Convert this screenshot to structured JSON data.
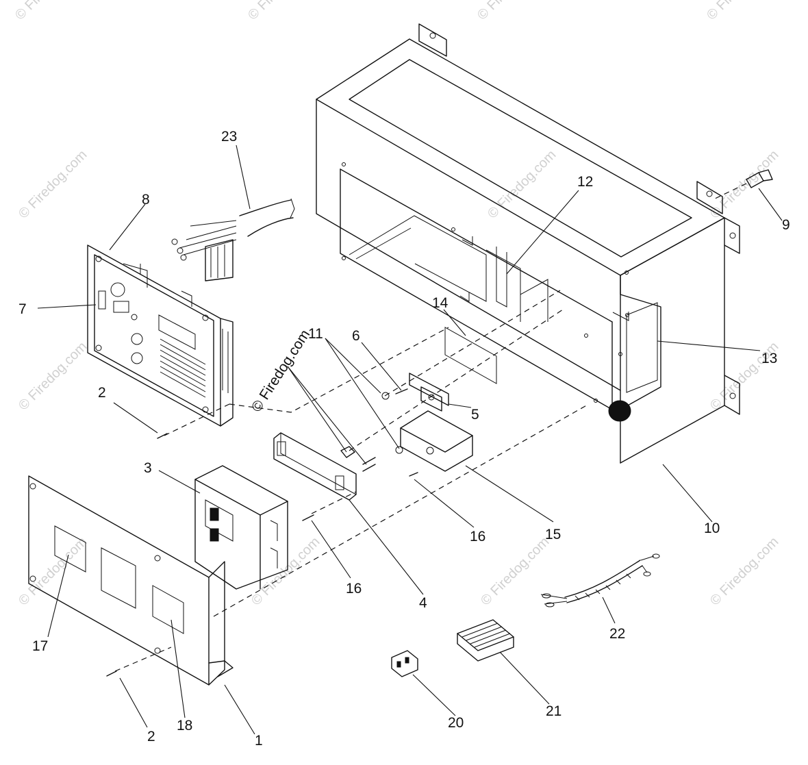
{
  "watermark": "© Firedog.com",
  "callouts": [
    {
      "id": "c1",
      "label": "1"
    },
    {
      "id": "c2a",
      "label": "2"
    },
    {
      "id": "c2b",
      "label": "2"
    },
    {
      "id": "c3",
      "label": "3"
    },
    {
      "id": "c4",
      "label": "4"
    },
    {
      "id": "c5",
      "label": "5"
    },
    {
      "id": "c6",
      "label": "6"
    },
    {
      "id": "c7",
      "label": "7"
    },
    {
      "id": "c8",
      "label": "8"
    },
    {
      "id": "c9",
      "label": "9"
    },
    {
      "id": "c10",
      "label": "10"
    },
    {
      "id": "c11",
      "label": "11"
    },
    {
      "id": "c12",
      "label": "12"
    },
    {
      "id": "c13",
      "label": "13"
    },
    {
      "id": "c14",
      "label": "14"
    },
    {
      "id": "c15",
      "label": "15"
    },
    {
      "id": "c16a",
      "label": "16"
    },
    {
      "id": "c16b",
      "label": "16"
    },
    {
      "id": "c17",
      "label": "17"
    },
    {
      "id": "c18",
      "label": "18"
    },
    {
      "id": "c20",
      "label": "20"
    },
    {
      "id": "c21",
      "label": "21"
    },
    {
      "id": "c22",
      "label": "22"
    },
    {
      "id": "c23",
      "label": "23"
    }
  ],
  "colors": {
    "line": "#111111",
    "watermark": "#d0d0d0",
    "background": "#ffffff"
  }
}
